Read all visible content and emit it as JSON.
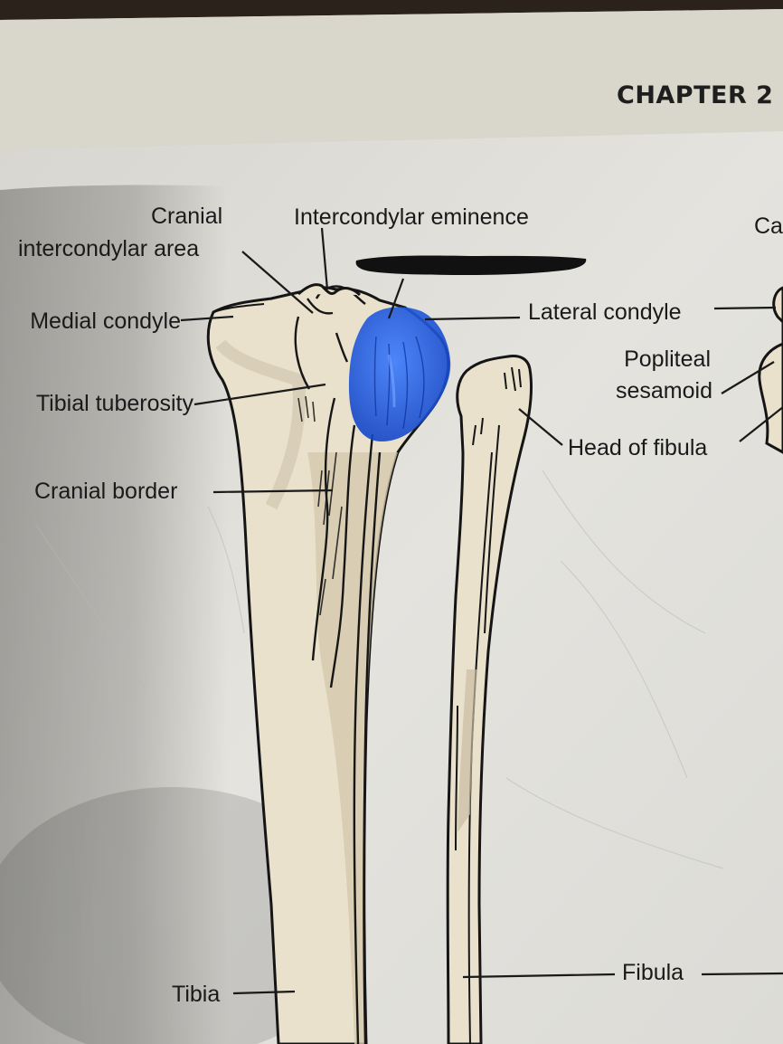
{
  "page": {
    "chapter_heading": "CHAPTER 2"
  },
  "labels": {
    "cranial_line1": "Cranial",
    "cranial_line2": "intercondylar area",
    "intercondylar_eminence": "Intercondylar eminence",
    "medial_condyle": "Medial condyle",
    "lateral_condyle": "Lateral condyle",
    "tibial_tuberosity": "Tibial tuberosity",
    "cranial_border": "Cranial border",
    "popliteal_line1": "Popliteal",
    "popliteal_line2": "sesamoid",
    "head_of_fibula": "Head of fibula",
    "tibia": "Tibia",
    "fibula": "Fibula",
    "cut_off_right": "Ca"
  },
  "colors": {
    "bone": "#e6ddc8",
    "bone_shadow": "#cfc3a8",
    "highlight": "#1f5fe0",
    "redaction": "#111111",
    "ink": "#1a1a1a"
  },
  "marks": {
    "highlight": "blue-scribble-over-lateral-condyle",
    "redaction": "black-bar-over-hidden-label"
  }
}
